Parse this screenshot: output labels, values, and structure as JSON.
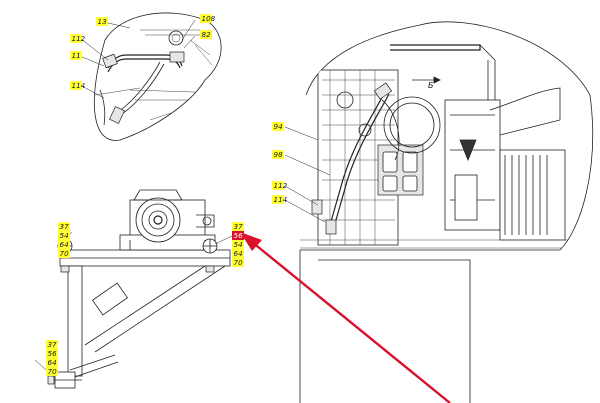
{
  "callouts": {
    "detail_top_left": [
      "13",
      "108",
      "82",
      "112",
      "11",
      "114"
    ],
    "detail_right": [
      "94",
      "98",
      "112",
      "114"
    ],
    "left_stack": [
      "37",
      "54",
      "64",
      "70"
    ],
    "right_stack": [
      "37",
      "56",
      "54",
      "64",
      "70"
    ],
    "right_stack_highlight": "56",
    "bottom_stack": [
      "37",
      "56",
      "64",
      "70"
    ]
  },
  "view_label": "Б",
  "colors": {
    "callout_fill": "#ffff33",
    "highlight_fill": "#d9122b",
    "pointer_arrow": "#d9122b",
    "line": "#222222"
  }
}
